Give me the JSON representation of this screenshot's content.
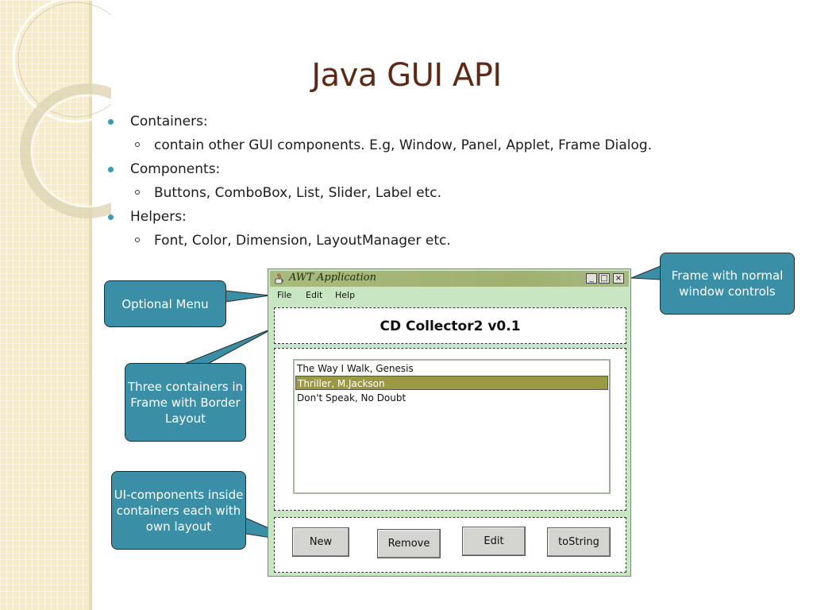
{
  "slide": {
    "title": "Java GUI API",
    "bullets": [
      {
        "level": 1,
        "text": "Containers:"
      },
      {
        "level": 2,
        "text": "contain other GUI components. E.g, Window, Panel, Applet, Frame Dialog."
      },
      {
        "level": 1,
        "text": "Components:"
      },
      {
        "level": 2,
        "text": "Buttons, ComboBox, List, Slider, Label etc."
      },
      {
        "level": 1,
        "text": "Helpers:"
      },
      {
        "level": 2,
        "text": "Font, Color, Dimension, LayoutManager etc."
      }
    ]
  },
  "awt_window": {
    "title": "AWT Application",
    "controls": {
      "minimize": "_",
      "maximize": "□",
      "close": "×"
    },
    "menu": [
      "File",
      "Edit",
      "Help"
    ],
    "header_label": "CD Collector2 v0.1",
    "list_items": [
      {
        "text": "The Way I Walk, Genesis",
        "selected": false
      },
      {
        "text": "Thriller, M.Jackson",
        "selected": true
      },
      {
        "text": "Don't Speak, No Doubt",
        "selected": false
      }
    ],
    "buttons": [
      "New",
      "Remove",
      "Edit",
      "toString"
    ]
  },
  "callouts": {
    "optional_menu": "Optional Menu",
    "frame_controls": "Frame with normal window controls",
    "three_containers": "Three containers in Frame with Border Layout",
    "ui_components": "UI-components inside containers each with own layout"
  },
  "colors": {
    "title": "#5c2a16",
    "bullet": "#3d9bb3",
    "callout_fill": "#3a8fa6",
    "window_bg": "#c9e6c3",
    "selection": "#9b9a42"
  }
}
